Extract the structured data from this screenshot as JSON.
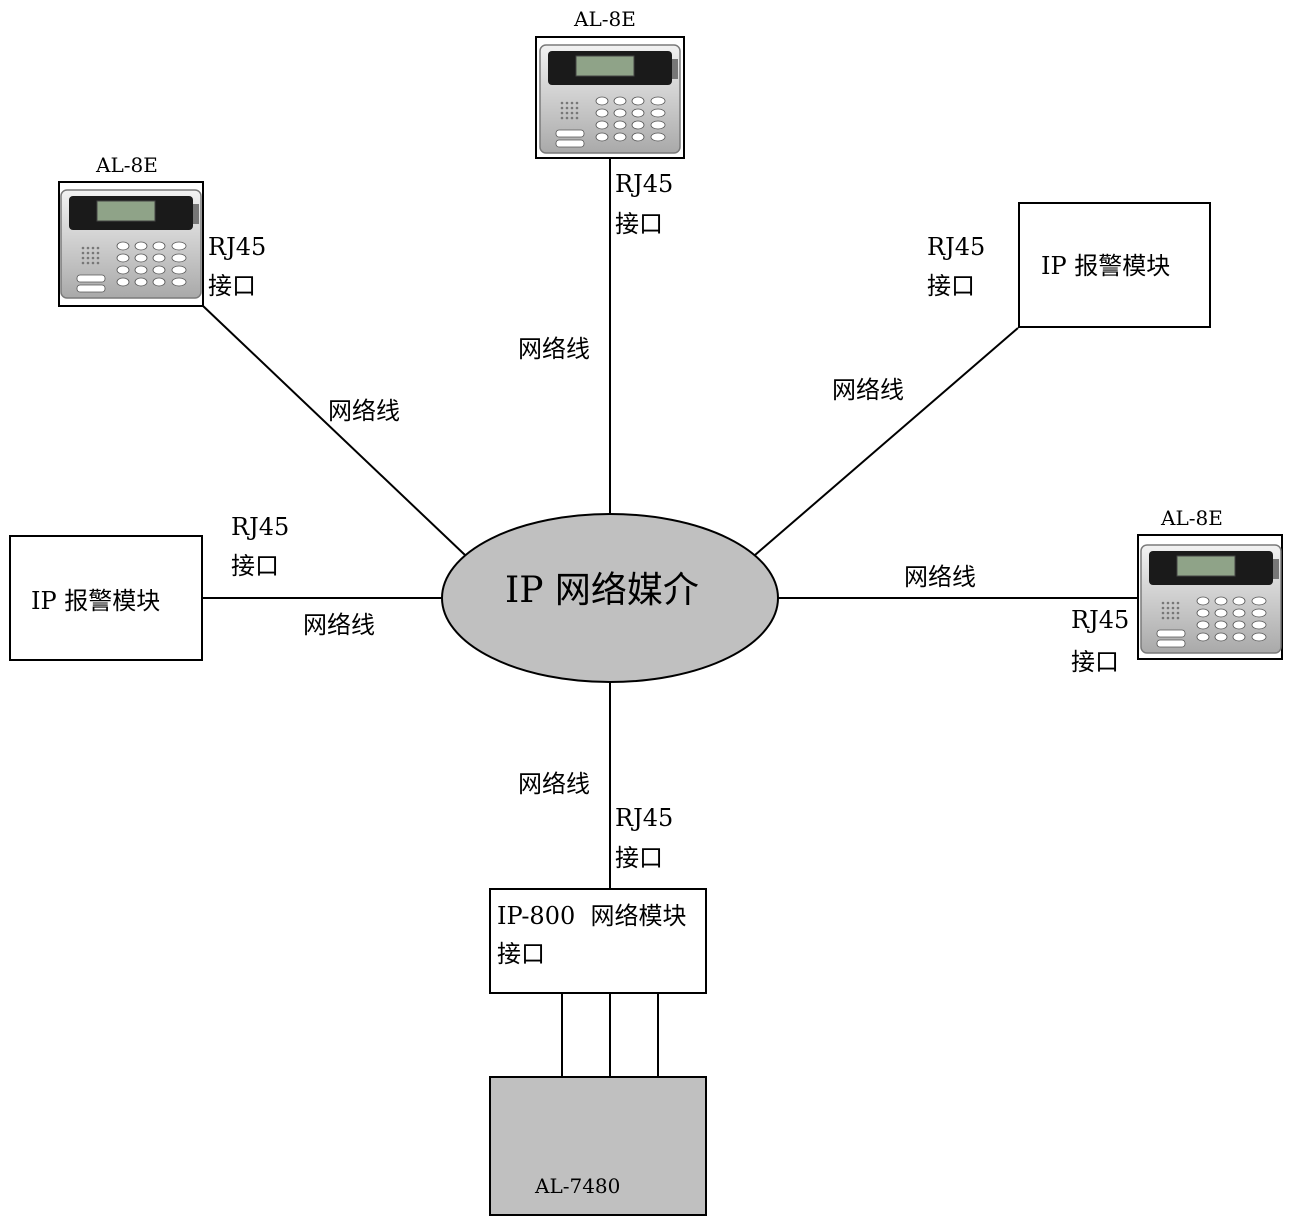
{
  "center": {
    "label": "IP 网络媒介"
  },
  "devices": [
    {
      "model": "AL-8E",
      "port": "RJ45",
      "port_suffix": "接口",
      "cable": "网络线"
    },
    {
      "model": "AL-8E",
      "port": "RJ45",
      "port_suffix": "接口",
      "cable": "网络线"
    },
    {
      "model": "AL-8E",
      "port": "RJ45",
      "port_suffix": "接口",
      "cable": "网络线"
    }
  ],
  "alarm_modules": [
    {
      "label": "IP 报警模块",
      "port": "RJ45",
      "port_suffix": "接口",
      "cable": "网络线"
    },
    {
      "label": "IP 报警模块",
      "port": "RJ45",
      "port_suffix": "接口",
      "cable": "网络线"
    }
  ],
  "ip800": {
    "label_line1": "IP-800  网络模块",
    "label_line2": "接口",
    "port": "RJ45",
    "port_suffix": "接口",
    "cable": "网络线"
  },
  "panel": {
    "label": "AL-7480"
  },
  "colors": {
    "ellipse_fill": "#c0c0c0",
    "panel_fill": "#c0c0c0",
    "lines": "#000000"
  }
}
